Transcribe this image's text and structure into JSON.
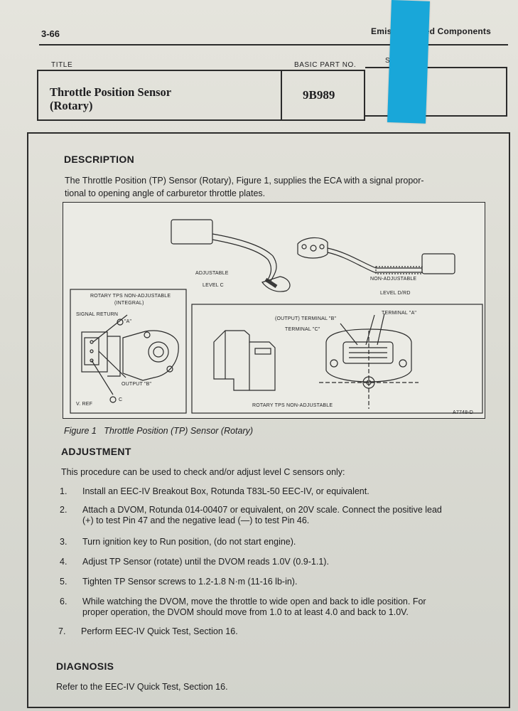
{
  "page_number": "3-66",
  "chapter_header": "Emiss        ated Components",
  "header": {
    "title_label": "TITLE",
    "part_label": "BASIC PART NO.",
    "sy_label": "SY",
    "title_line1": "Throttle Position Sensor",
    "title_line2": "(Rotary)",
    "part_number": "9B989"
  },
  "description": {
    "heading": "DESCRIPTION",
    "line1": "The Throttle Position (TP) Sensor (Rotary), Figure 1, supplies the ECA with a signal propor-",
    "line2": "tional to opening angle of carburetor throttle plates."
  },
  "figure": {
    "adjustable": "ADJUSTABLE",
    "level_c": "LEVEL C",
    "non_adjustable": "NON-ADJUSTABLE",
    "level_drd": "LEVEL D/RD",
    "rotary_nonadj_integral_1": "ROTARY TPS NON-ADJUSTABLE",
    "rotary_nonadj_integral_2": "(INTEGRAL)",
    "signal_return": "SIGNAL RETURN",
    "a_label": "\"A\"",
    "output_b": "OUTPUT \"B\"",
    "v_ref": "V. REF",
    "c_label": "C",
    "output_terminal_b": "(OUTPUT) TERMINAL \"B\"",
    "terminal_a": "TERMINAL \"A\"",
    "terminal_c": "TERMINAL \"C\"",
    "rotary_nonadj_bottom": "ROTARY TPS NON-ADJUSTABLE",
    "figure_id": "A7748-D",
    "caption": "Figure 1   Throttle Position (TP) Sensor (Rotary)"
  },
  "adjustment": {
    "heading": "ADJUSTMENT",
    "intro": "This procedure can be used to check and/or adjust level C sensors only:",
    "steps": [
      {
        "num": "1.",
        "l1": "Install an EEC-IV Breakout Box, Rotunda T83L-50 EEC-IV, or equivalent.",
        "l2": ""
      },
      {
        "num": "2.",
        "l1": "Attach a DVOM, Rotunda 014-00407 or equivalent, on 20V scale. Connect the positive lead",
        "l2": "(+) to test Pin 47 and the negative lead (—) to test Pin 46."
      },
      {
        "num": "3.",
        "l1": "Turn ignition key to Run position, (do not start engine).",
        "l2": ""
      },
      {
        "num": "4.",
        "l1": "Adjust TP Sensor (rotate) until the DVOM reads 1.0V (0.9-1.1).",
        "l2": ""
      },
      {
        "num": "5.",
        "l1": "Tighten TP Sensor screws to 1.2-1.8 N·m (11-16 lb-in).",
        "l2": ""
      },
      {
        "num": "6.",
        "l1": "While watching the DVOM, move the throttle to wide open and back to idle position. For",
        "l2": "proper operation, the DVOM should move from 1.0 to at least 4.0 and back to 1.0V."
      },
      {
        "num": "7.",
        "l1": "Perform EEC-IV Quick Test, Section 16.",
        "l2": ""
      }
    ]
  },
  "diagnosis": {
    "heading": "DIAGNOSIS",
    "text": "Refer to the EEC-IV Quick Test, Section 16."
  }
}
